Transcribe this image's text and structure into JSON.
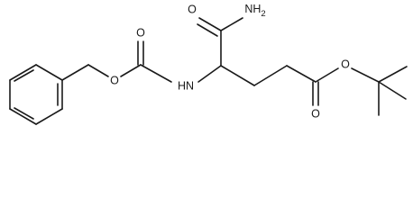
{
  "atoms": {
    "amide_nh2": "NH2",
    "amide_o": "O",
    "carbamate_nh": "HN",
    "carbamate_o_carbonyl": "O",
    "carbamate_o_ether": "O",
    "ester_o_ether": "O",
    "ester_o_carbonyl": "O"
  },
  "colors": {
    "bond": "#1a1a1a",
    "background": "#ffffff"
  }
}
